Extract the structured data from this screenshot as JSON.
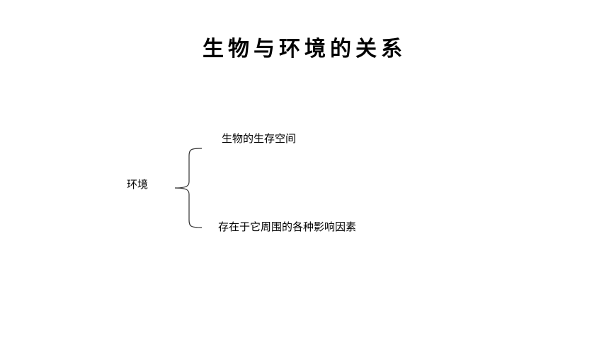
{
  "title": "生物与环境的关系",
  "diagram": {
    "root": "环境",
    "branches": [
      "生物的生存空间",
      "存在于它周围的各种影响因素"
    ]
  },
  "colors": {
    "background": "#ffffff",
    "text": "#000000",
    "brace_stroke": "#333333"
  }
}
